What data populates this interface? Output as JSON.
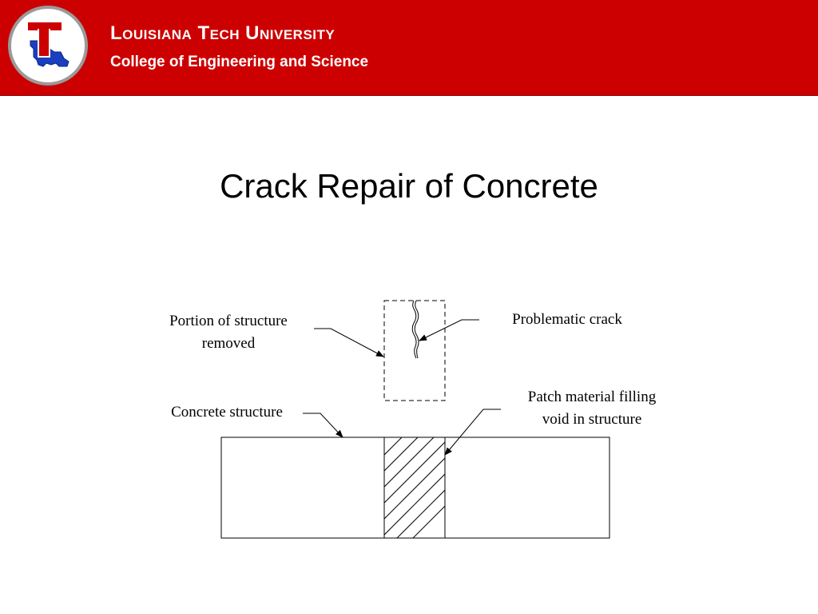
{
  "header": {
    "university": "Louisiana Tech University",
    "college": "College of Engineering and Science",
    "logo_icon": "louisiana-tech-lt-logo-icon",
    "brand_red": "#cc0000",
    "brand_blue": "#1a3fbf"
  },
  "slide": {
    "title": "Crack Repair of Concrete"
  },
  "diagram": {
    "labels": {
      "removed_line1": "Portion of structure",
      "removed_line2": "removed",
      "crack": "Problematic crack",
      "structure": "Concrete structure",
      "patch_line1": "Patch material filling",
      "patch_line2": "void in structure"
    }
  }
}
